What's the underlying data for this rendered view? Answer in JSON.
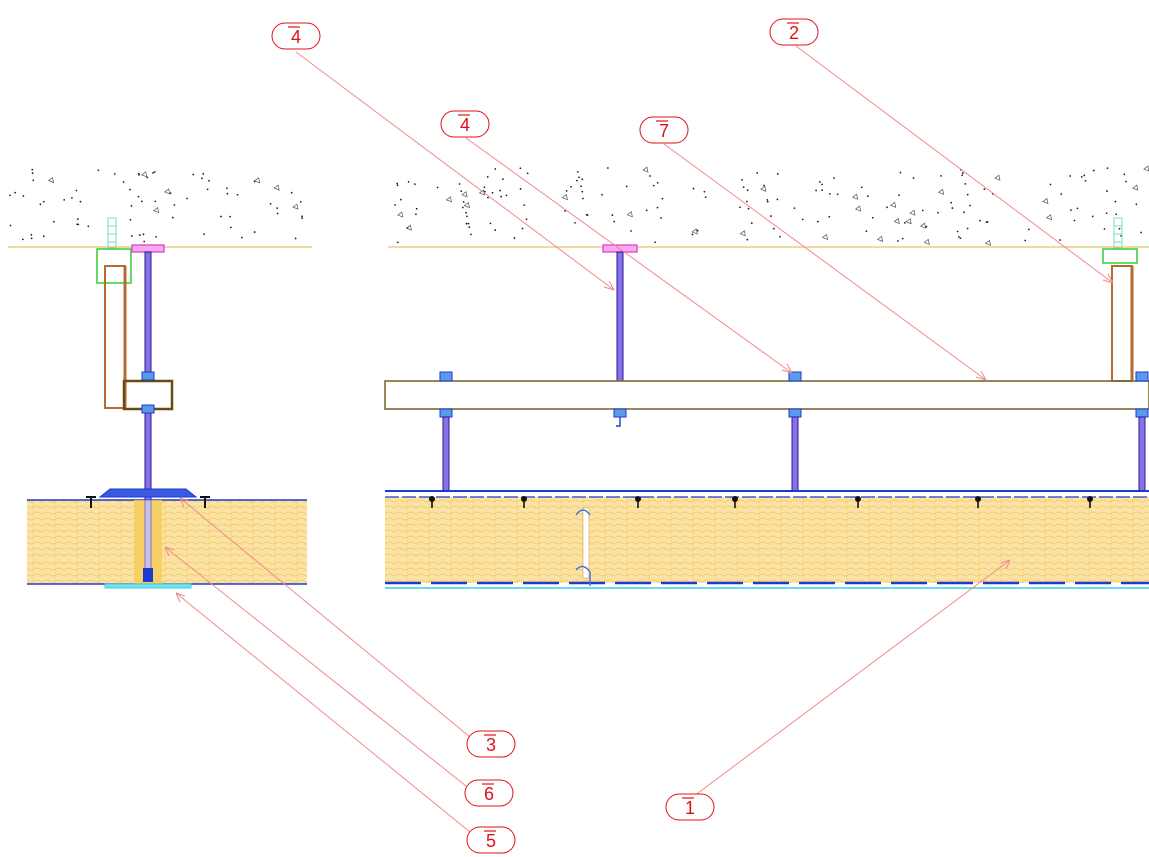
{
  "callouts": [
    {
      "id": "c1",
      "label": "1"
    },
    {
      "id": "c2",
      "label": "2"
    },
    {
      "id": "c3",
      "label": "3"
    },
    {
      "id": "c4a",
      "label": "4"
    },
    {
      "id": "c4b",
      "label": "4"
    },
    {
      "id": "c5",
      "label": "5"
    },
    {
      "id": "c6",
      "label": "6"
    },
    {
      "id": "c7",
      "label": "7"
    }
  ],
  "colors": {
    "leader": "#f08a8a",
    "tag_text": "#e0101a",
    "tag_outline": "#e0101a",
    "slab_line": "#e8c46a",
    "rod": "#5a3fd0",
    "rod_outline": "#2a1a90",
    "plate": "#e04cd0",
    "anchor_green": "#22cc22",
    "wood_post": "#b86a30",
    "beam": "#7a6a30",
    "fastener": "#2a6ad8",
    "panel_fill": "#fbe3a6",
    "panel_hatch": "#f3c85c",
    "panel_edge": "#1a3ad0",
    "cyan": "#35d0e0",
    "concrete_dot": "#222222"
  }
}
